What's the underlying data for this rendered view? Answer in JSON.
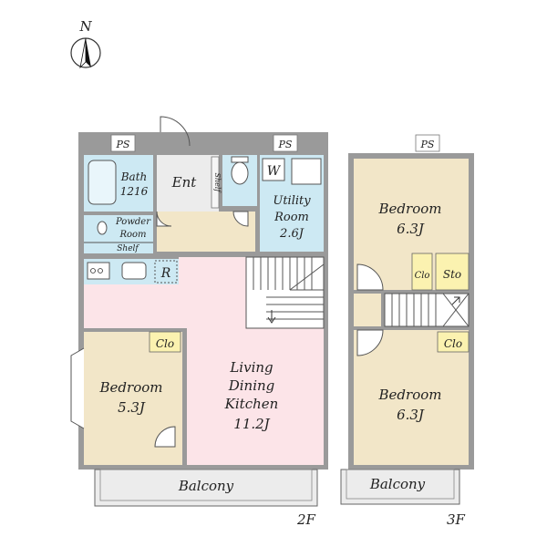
{
  "compass": {
    "label": "N"
  },
  "floor_2": {
    "label": "2F",
    "ps_labels": [
      "PS",
      "PS"
    ],
    "bath": {
      "name": "Bath",
      "size": "1216"
    },
    "entrance": {
      "name": "Ent"
    },
    "shelf_vertical": {
      "name": "Shelf"
    },
    "washer": {
      "name": "W"
    },
    "utility": {
      "name_1": "Utility",
      "name_2": "Room",
      "size": "2.6J"
    },
    "powder": {
      "name_1": "Powder",
      "name_2": "Room",
      "shelf": "Shelf"
    },
    "fridge": {
      "name": "R"
    },
    "closet": {
      "name": "Clo"
    },
    "bedroom": {
      "name": "Bedroom",
      "size": "5.3J"
    },
    "ldk": {
      "line_1": "Living",
      "line_2": "Dining",
      "line_3": "Kitchen",
      "size": "11.2J"
    },
    "balcony": {
      "name": "Balcony"
    }
  },
  "floor_3": {
    "label": "3F",
    "ps_label": "PS",
    "bedroom_top": {
      "name": "Bedroom",
      "size": "6.3J"
    },
    "closet_small": {
      "name": "Clo"
    },
    "storage": {
      "name": "Sto"
    },
    "closet_lower": {
      "name": "Clo"
    },
    "bedroom_bottom": {
      "name": "Bedroom",
      "size": "6.3J"
    },
    "balcony": {
      "name": "Balcony"
    }
  },
  "colors": {
    "wall": "#9a9a9a",
    "bedroom": "#f2e6c8",
    "ldk": "#fce4e8",
    "wet": "#cde9f3",
    "closet": "#fbf2b0",
    "balcony": "#ececec"
  }
}
